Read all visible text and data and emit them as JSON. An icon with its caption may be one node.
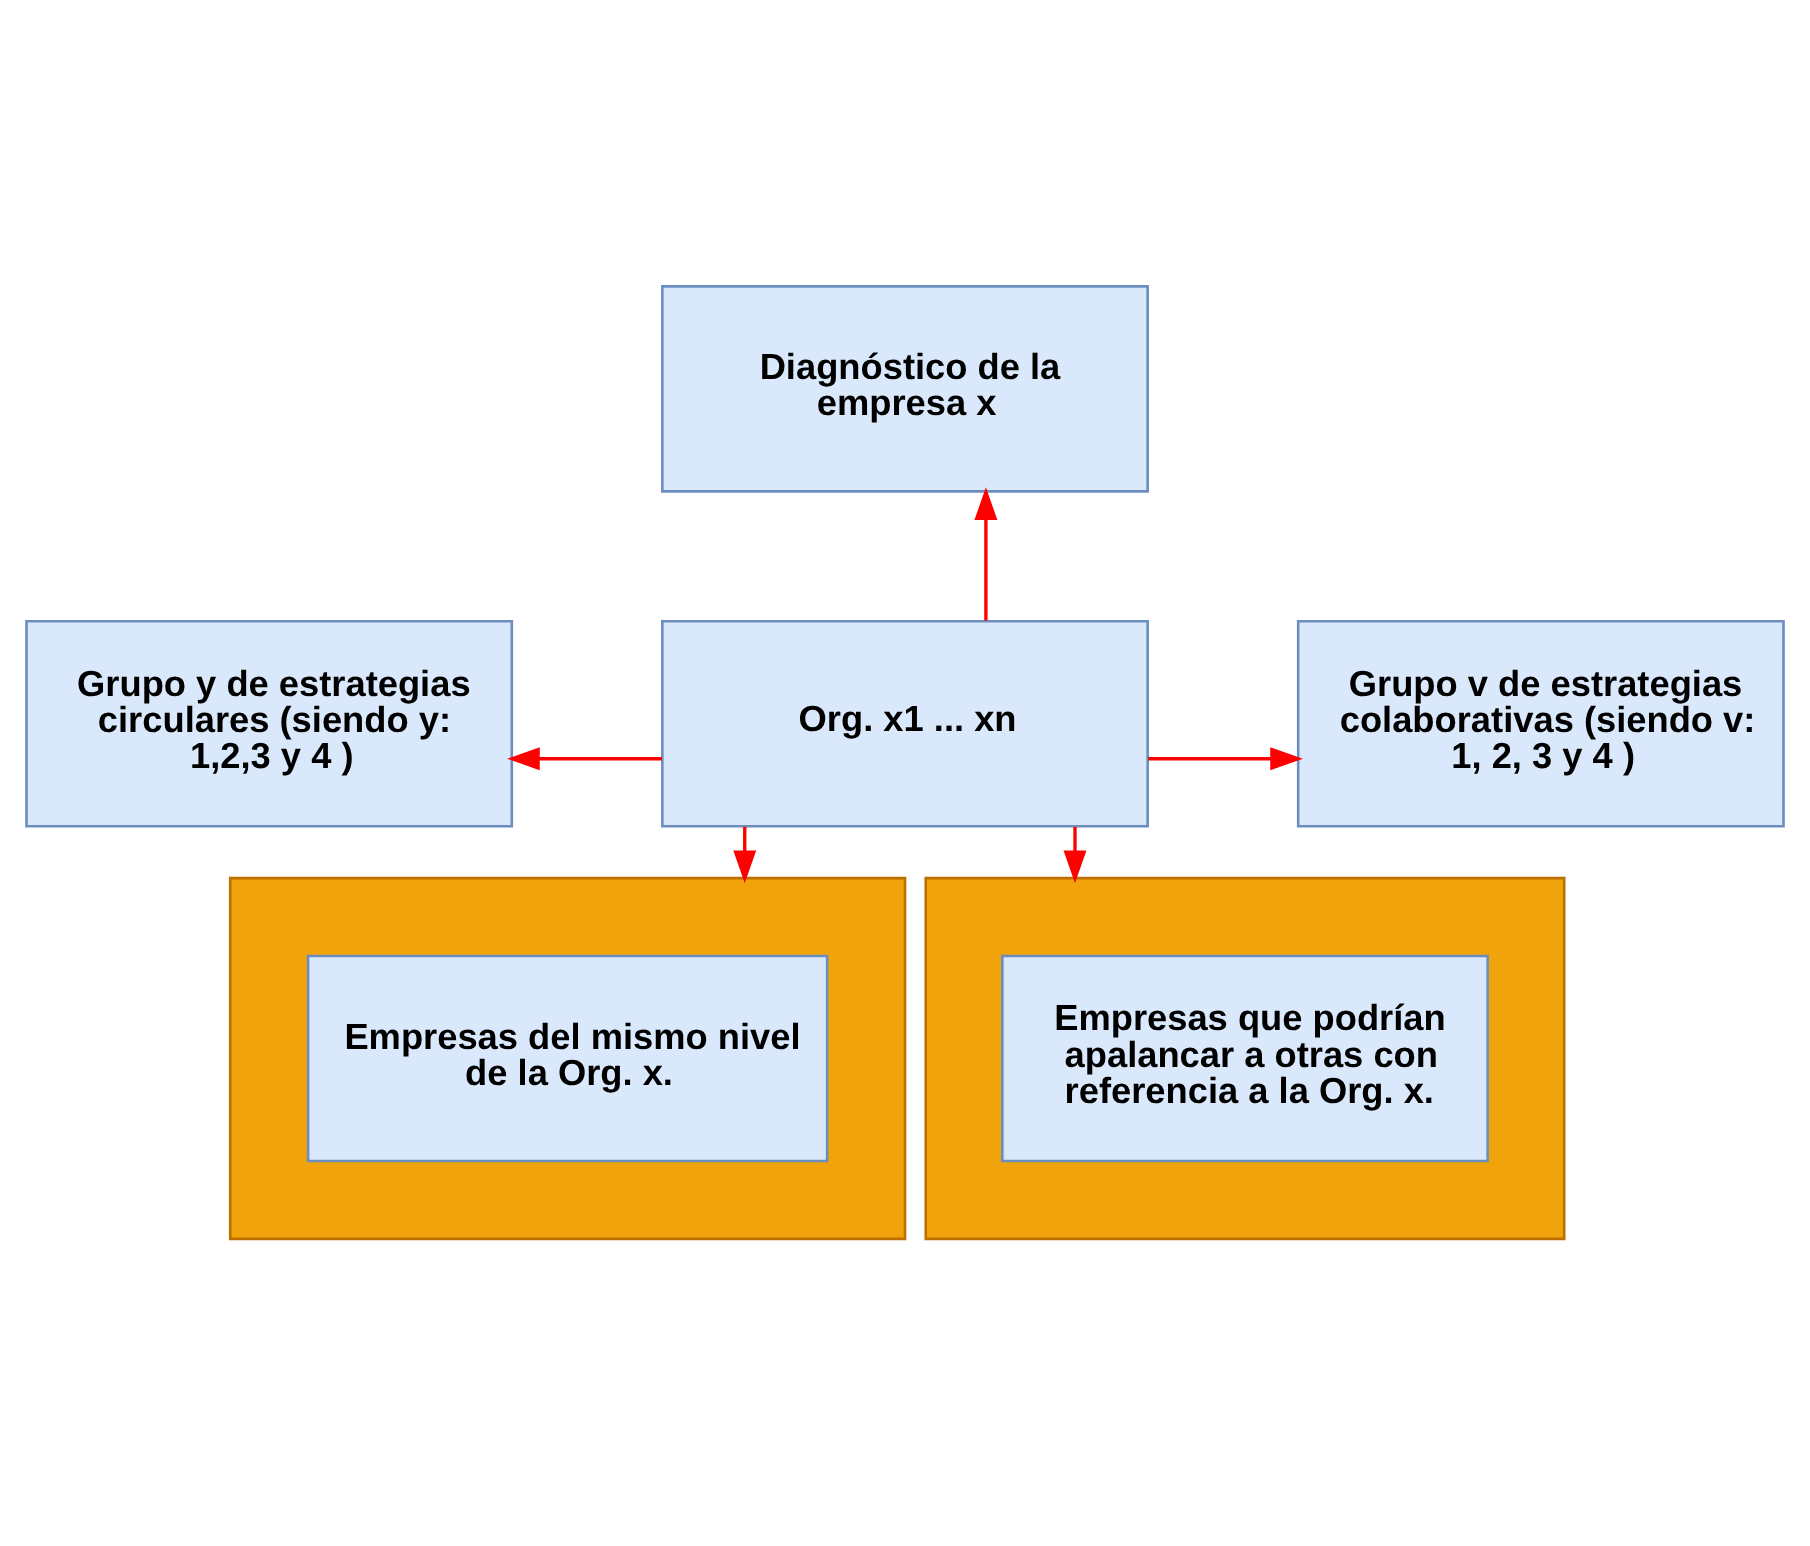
{
  "diagram": {
    "nodes": [
      {
        "text": [
          "Diagnóstico de la empresa x"
        ]
      },
      {
        "text": [
          "Grupo y de estrategias circulares (siendo y: 1,2,3 y 4 )"
        ]
      },
      {
        "text": [
          "Org. x1 ... xn"
        ]
      },
      {
        "text": [
          "Grupo v de estrategias colaborativas (siendo v: 1, 2, 3 y 4 )"
        ]
      },
      {
        "text": [],
        "shape": "box"
      },
      {
        "text": [
          "Empresas del mismo nivel de la Org. x."
        ],
        "in": 4
      },
      {
        "text": [],
        "shape": "box"
      },
      {
        "text": [
          "Empresas que podrían apalancar a otras con referencia a la Org. x."
        ],
        "in": 6
      }
    ],
    "edges": [
      {
        "from": 2,
        "to": 0,
        "arrow": "to"
      },
      {
        "from": 2,
        "to": 1,
        "arrow": "to"
      },
      {
        "from": 2,
        "to": 3,
        "arrow": "to"
      },
      {
        "from": 2,
        "to": 4,
        "arrow": "to"
      },
      {
        "from": 2,
        "to": 6,
        "arrow": "to"
      }
    ]
  }
}
